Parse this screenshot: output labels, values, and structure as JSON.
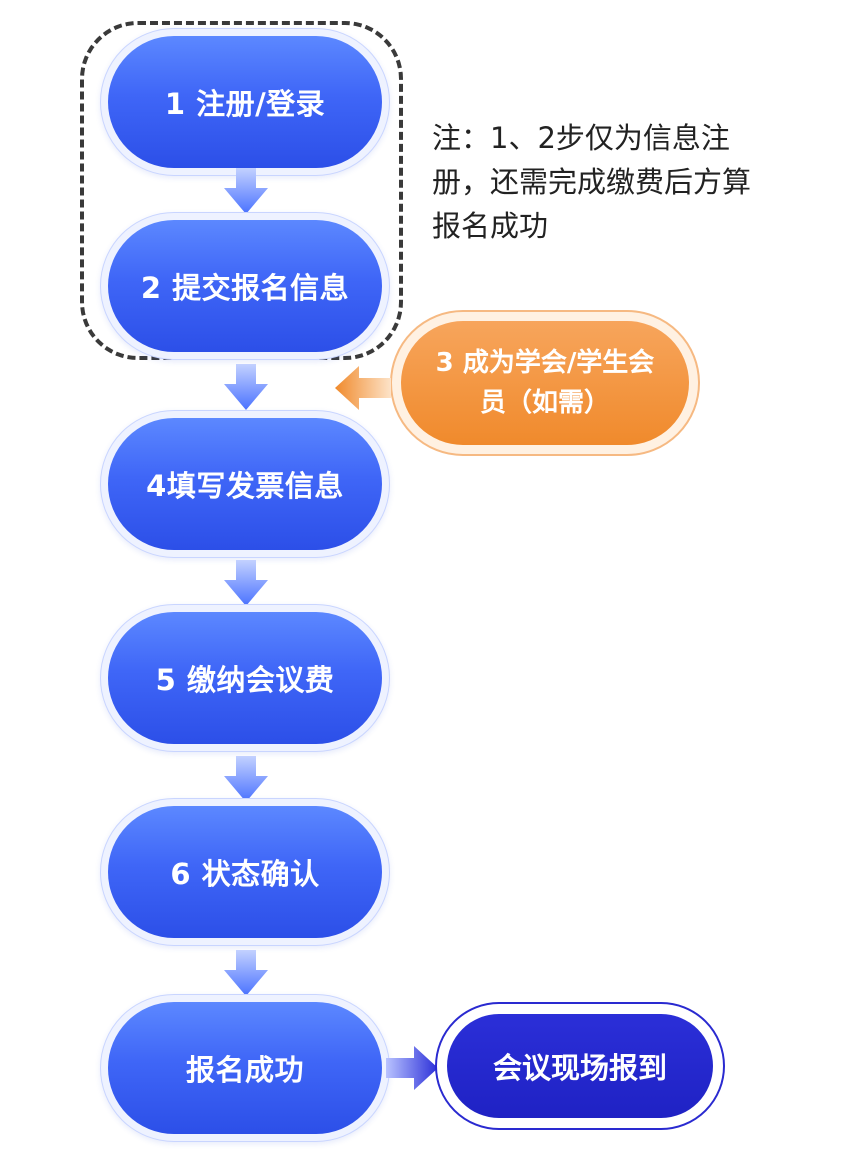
{
  "note": "注：1、2步仅为信息注册，还需完成缴费后方算报名成功",
  "steps": [
    {
      "label": "1 注册/登录"
    },
    {
      "label": "2 提交报名信息"
    },
    {
      "label": "4填写发票信息"
    },
    {
      "label": "5 缴纳会议费"
    },
    {
      "label": "6 状态确认"
    },
    {
      "label": "报名成功"
    }
  ],
  "side_step": {
    "label": "3 成为学会/学生会员（如需）"
  },
  "final_step": {
    "label": "会议现场报到"
  },
  "colors": {
    "step_blue": "#3f66f7",
    "side_orange": "#f08a2c",
    "final_indigo": "#1f22c4",
    "arrow_blue": "#4a72ff",
    "arrow_orange": "#f08a2c"
  }
}
